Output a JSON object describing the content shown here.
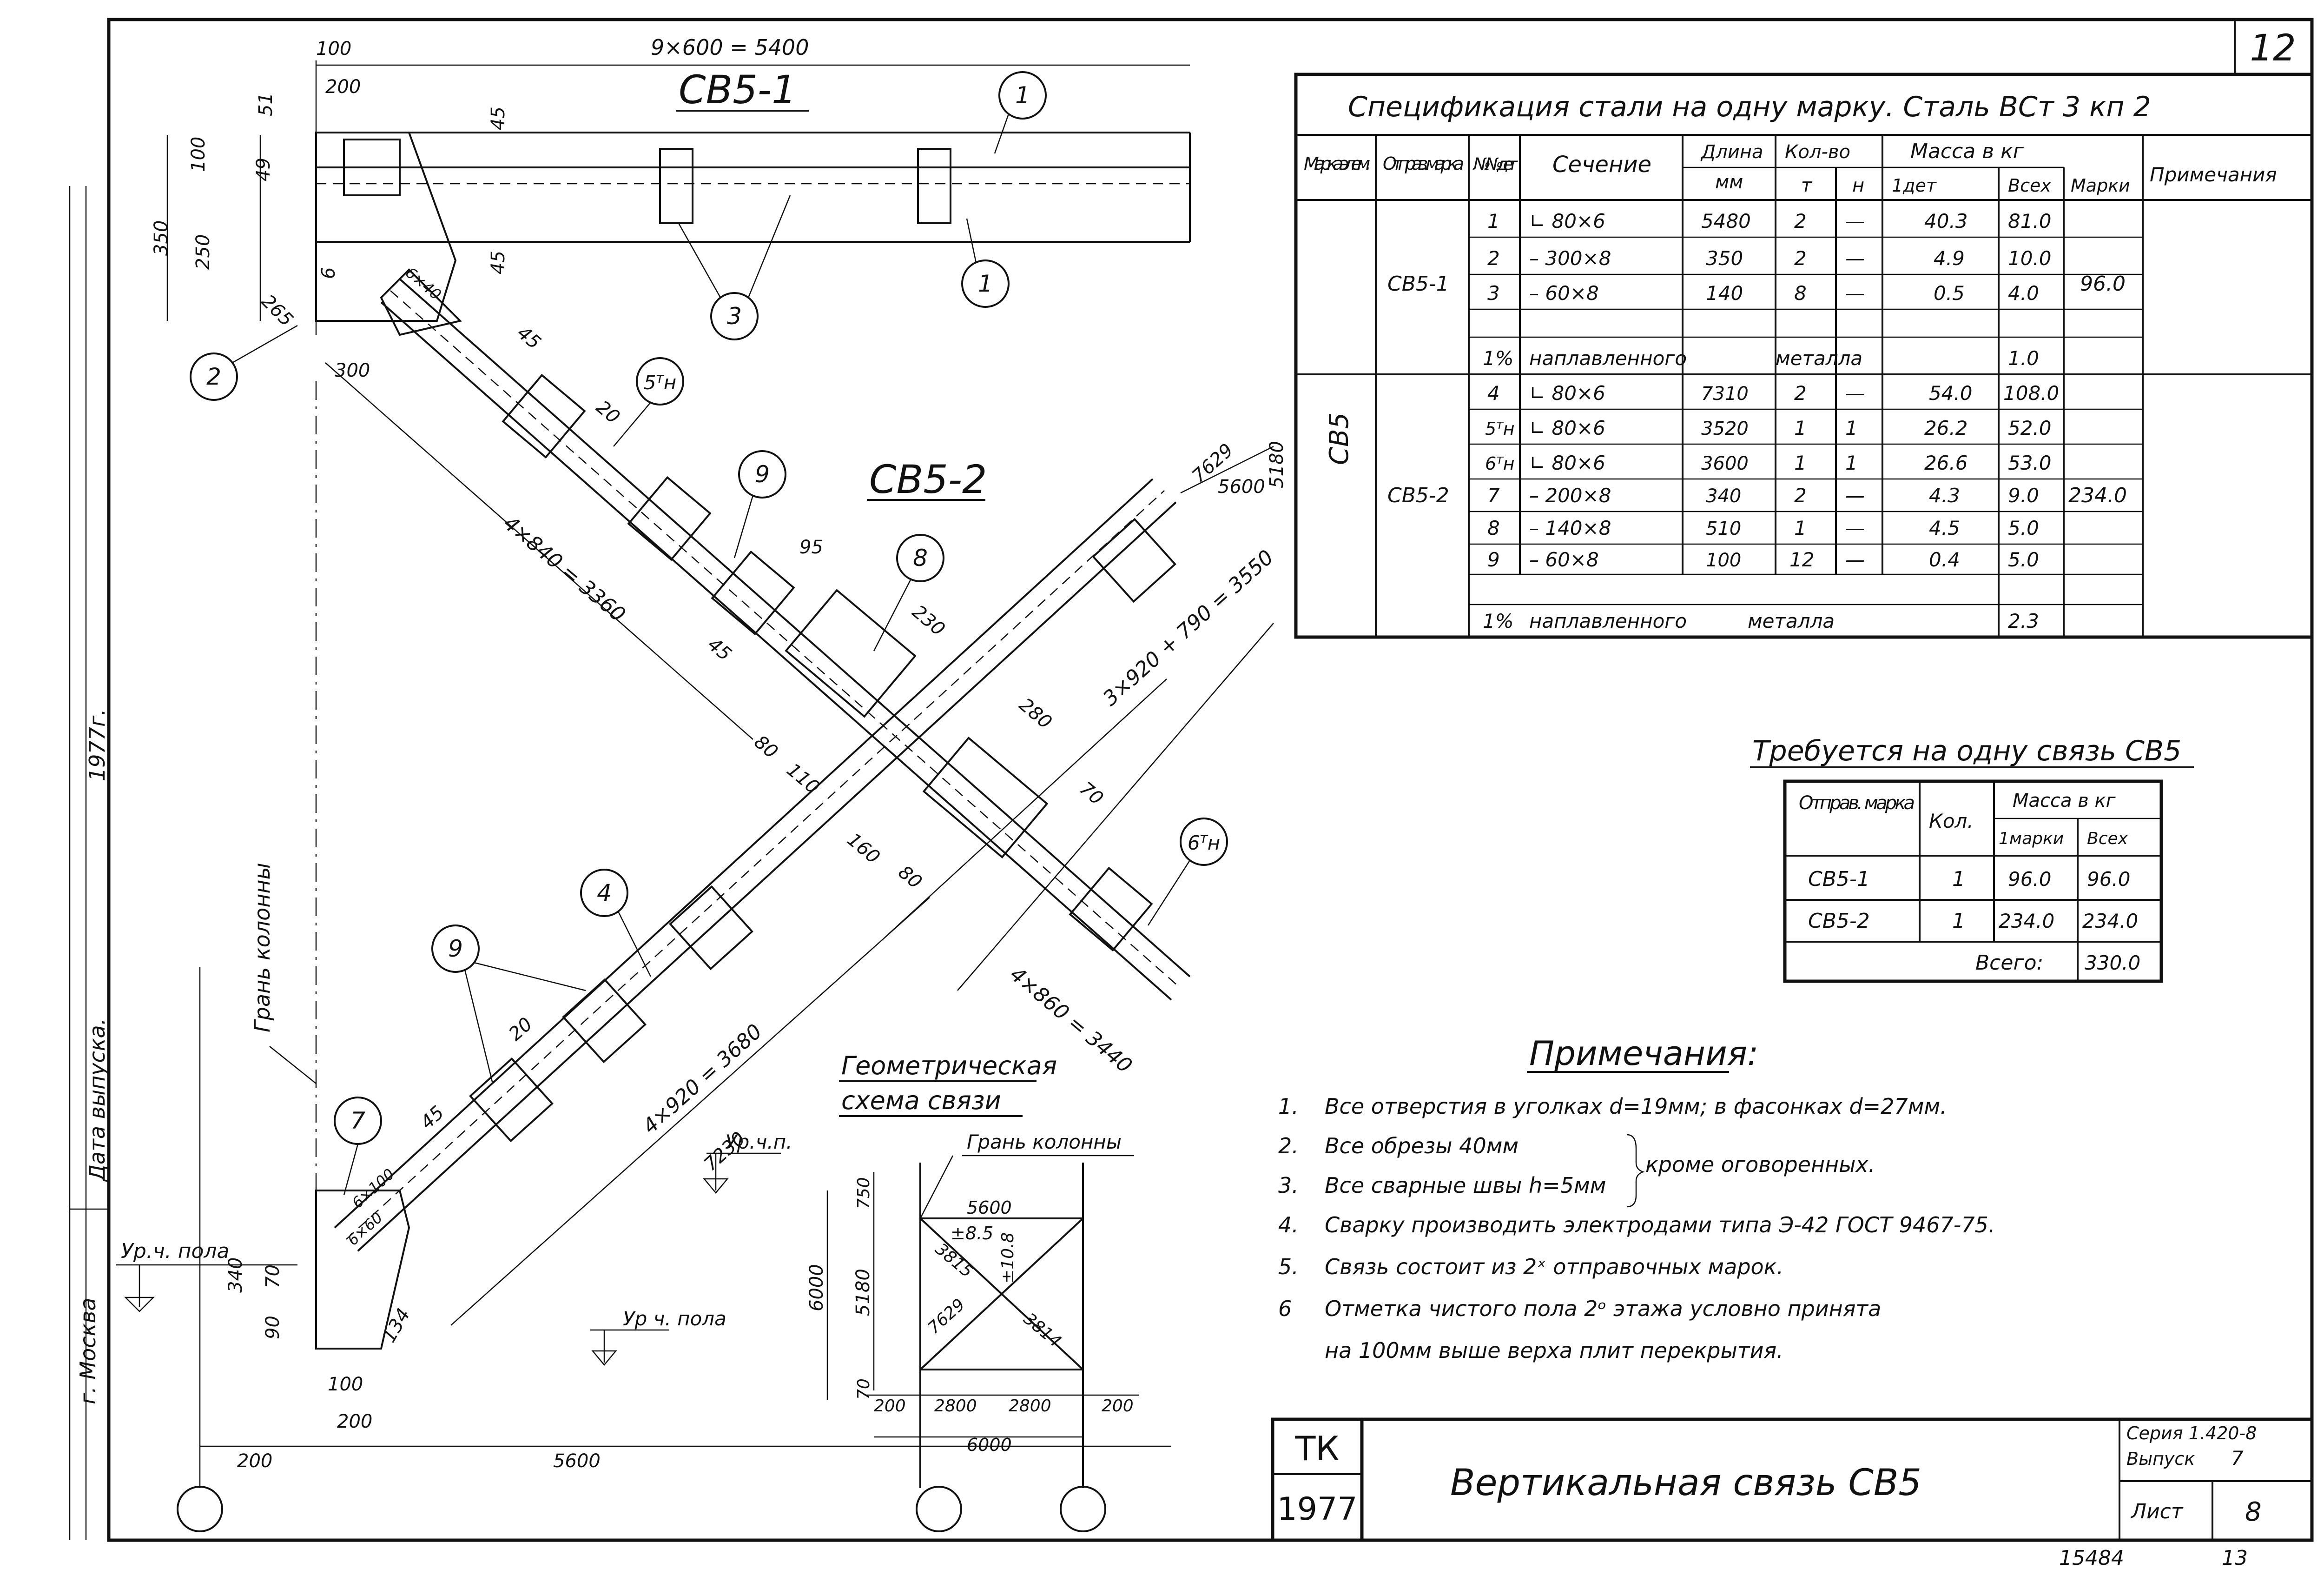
{
  "sheet": {
    "number": "12",
    "bottom_left_num": "15484",
    "bottom_right_num": "13",
    "left_city": "г. Москва",
    "left_date_label": "Дата выпуска.",
    "left_year": "1977г."
  },
  "views": {
    "sv51_title": "СВ5-1",
    "sv52_title": "СВ5-2",
    "col_face": "Грань колонны",
    "dims": {
      "top_total": "9×600 = 5400",
      "d100": "100",
      "d200": "200",
      "d51": "51",
      "d100b": "100",
      "d49": "49",
      "d45a": "45",
      "d45b": "45",
      "d350": "350",
      "d250": "250",
      "d6": "6",
      "d265": "265",
      "d300": "300",
      "d45c": "45",
      "d20a": "20",
      "d4x840": "4×840 = 3360",
      "d95": "95",
      "d45d": "45",
      "d230": "230",
      "d280": "280",
      "d80a": "80",
      "d110": "110",
      "d70a": "70",
      "d160": "160",
      "d80b": "80",
      "d3x920": "3×920 + 790 = 3550",
      "d4x860": "4×860 = 3440",
      "d7629": "7629",
      "d5180": "5180",
      "d5600": "5600",
      "d20b": "20",
      "d4x920": "4×920 = 3680",
      "d7230": "7230",
      "d45e": "45",
      "d6x100": "6×100",
      "d340": "340",
      "d70b": "70",
      "d90": "90",
      "d134": "134",
      "d100c": "100",
      "d200b": "200",
      "d200c": "200",
      "d5600b": "5600",
      "d6x40": "6×40",
      "d6x60": "6×60"
    },
    "floor_label": "Ур.ч. пола",
    "callouts": [
      "1",
      "1",
      "2",
      "3",
      "5ᵀн",
      "9",
      "8",
      "6ᵀн",
      "4",
      "9",
      "7"
    ]
  },
  "spec": {
    "title": "Спецификация стали на одну марку. Сталь ВСт 3 кп 2",
    "headers": {
      "mark_elem": "Марка элем.",
      "ship_mark": "Отправ. марка",
      "part_no": "№№ дет",
      "section": "Сечение",
      "length": "Длина",
      "length_unit": "мм",
      "qty": "Кол-во",
      "qty_t": "т",
      "qty_n": "н",
      "mass": "Масса в кг",
      "mass_part": "1дет",
      "mass_all": "Всех",
      "mass_mark": "Марки",
      "note": "Примечания"
    },
    "mark_elem_value": "СВ5",
    "group1": {
      "ship_mark": "СВ5-1",
      "mark_mass": "96.0",
      "rows": [
        {
          "no": "1",
          "section": "∟ 80×6",
          "length": "5480",
          "t": "2",
          "n": "—",
          "m1": "40.3",
          "mall": "81.0"
        },
        {
          "no": "2",
          "section": "– 300×8",
          "length": "350",
          "t": "2",
          "n": "—",
          "m1": "4.9",
          "mall": "10.0"
        },
        {
          "no": "3",
          "section": "– 60×8",
          "length": "140",
          "t": "8",
          "n": "—",
          "m1": "0.5",
          "mall": "4.0"
        }
      ],
      "weld_pct": "1%",
      "weld_text1": "наплавленного",
      "weld_text2": "металла",
      "weld_mass": "1.0"
    },
    "group2": {
      "ship_mark": "СВ5-2",
      "mark_mass": "234.0",
      "rows": [
        {
          "no": "4",
          "section": "∟ 80×6",
          "length": "7310",
          "t": "2",
          "n": "—",
          "m1": "54.0",
          "mall": "108.0"
        },
        {
          "no": "5ᵀн",
          "section": "∟ 80×6",
          "length": "3520",
          "t": "1",
          "n": "1",
          "m1": "26.2",
          "mall": "52.0"
        },
        {
          "no": "6ᵀн",
          "section": "∟ 80×6",
          "length": "3600",
          "t": "1",
          "n": "1",
          "m1": "26.6",
          "mall": "53.0"
        },
        {
          "no": "7",
          "section": "– 200×8",
          "length": "340",
          "t": "2",
          "n": "—",
          "m1": "4.3",
          "mall": "9.0"
        },
        {
          "no": "8",
          "section": "– 140×8",
          "length": "510",
          "t": "1",
          "n": "—",
          "m1": "4.5",
          "mall": "5.0"
        },
        {
          "no": "9",
          "section": "– 60×8",
          "length": "100",
          "t": "12",
          "n": "—",
          "m1": "0.4",
          "mall": "5.0"
        }
      ],
      "weld_pct": "1%",
      "weld_text1": "наплавленного",
      "weld_text2": "металла",
      "weld_mass": "2.3"
    }
  },
  "required": {
    "title": "Требуется на одну связь СВ5",
    "h_ship": "Отправ. марка",
    "h_qty": "Кол.",
    "h_mass": "Масса в кг",
    "h_m1": "1марки",
    "h_mall": "Всех",
    "rows": [
      {
        "mark": "СВ5-1",
        "qty": "1",
        "m1": "96.0",
        "mall": "96.0"
      },
      {
        "mark": "СВ5-2",
        "qty": "1",
        "m1": "234.0",
        "mall": "234.0"
      }
    ],
    "total_label": "Всего:",
    "total_value": "330.0"
  },
  "notes": {
    "title": "Примечания:",
    "items": [
      {
        "n": "1.",
        "text": "Все отверстия в уголках d=19мм; в фасонках d=27мм."
      },
      {
        "n": "2.",
        "text": "Все обрезы 40мм"
      },
      {
        "n": "3.",
        "text": "Все сварные швы h=5мм"
      },
      {
        "n": "4.",
        "text": "Сварку производить электродами типа Э-42 ГОСТ 9467-75."
      },
      {
        "n": "5.",
        "text": "Связь состоит из 2ˣ отправочных марок."
      },
      {
        "n": "6",
        "text": "Отметка чистого пола 2ᵒ этажа условно принята"
      },
      {
        "n": "",
        "text": "на 100мм выше верха плит перекрытия."
      }
    ],
    "brace_text": "кроме оговоренных."
  },
  "geom": {
    "title1": "Геометрическая",
    "title2": "схема связи",
    "col_face": "Грань колонны",
    "upn": "Ур.ч.п.",
    "floor": "Ур ч. пола",
    "top5600": "5600",
    "lvl1": "±8.5",
    "lvl2": "±10.8",
    "d3815": "3815",
    "d7629": "7629",
    "d3814": "3814",
    "d750": "750",
    "d6000v": "6000",
    "d5180": "5180",
    "d70": "70",
    "b200a": "200",
    "b2800a": "2800",
    "b2800b": "2800",
    "b200b": "200",
    "b6000": "6000"
  },
  "title_block": {
    "tk": "ТК",
    "year": "1977",
    "title": "Вертикальная связь СВ5",
    "series": "Серия 1.420-8",
    "issue_label": "Выпуск",
    "issue": "7",
    "sheet_label": "Лист",
    "sheet_no": "8"
  }
}
